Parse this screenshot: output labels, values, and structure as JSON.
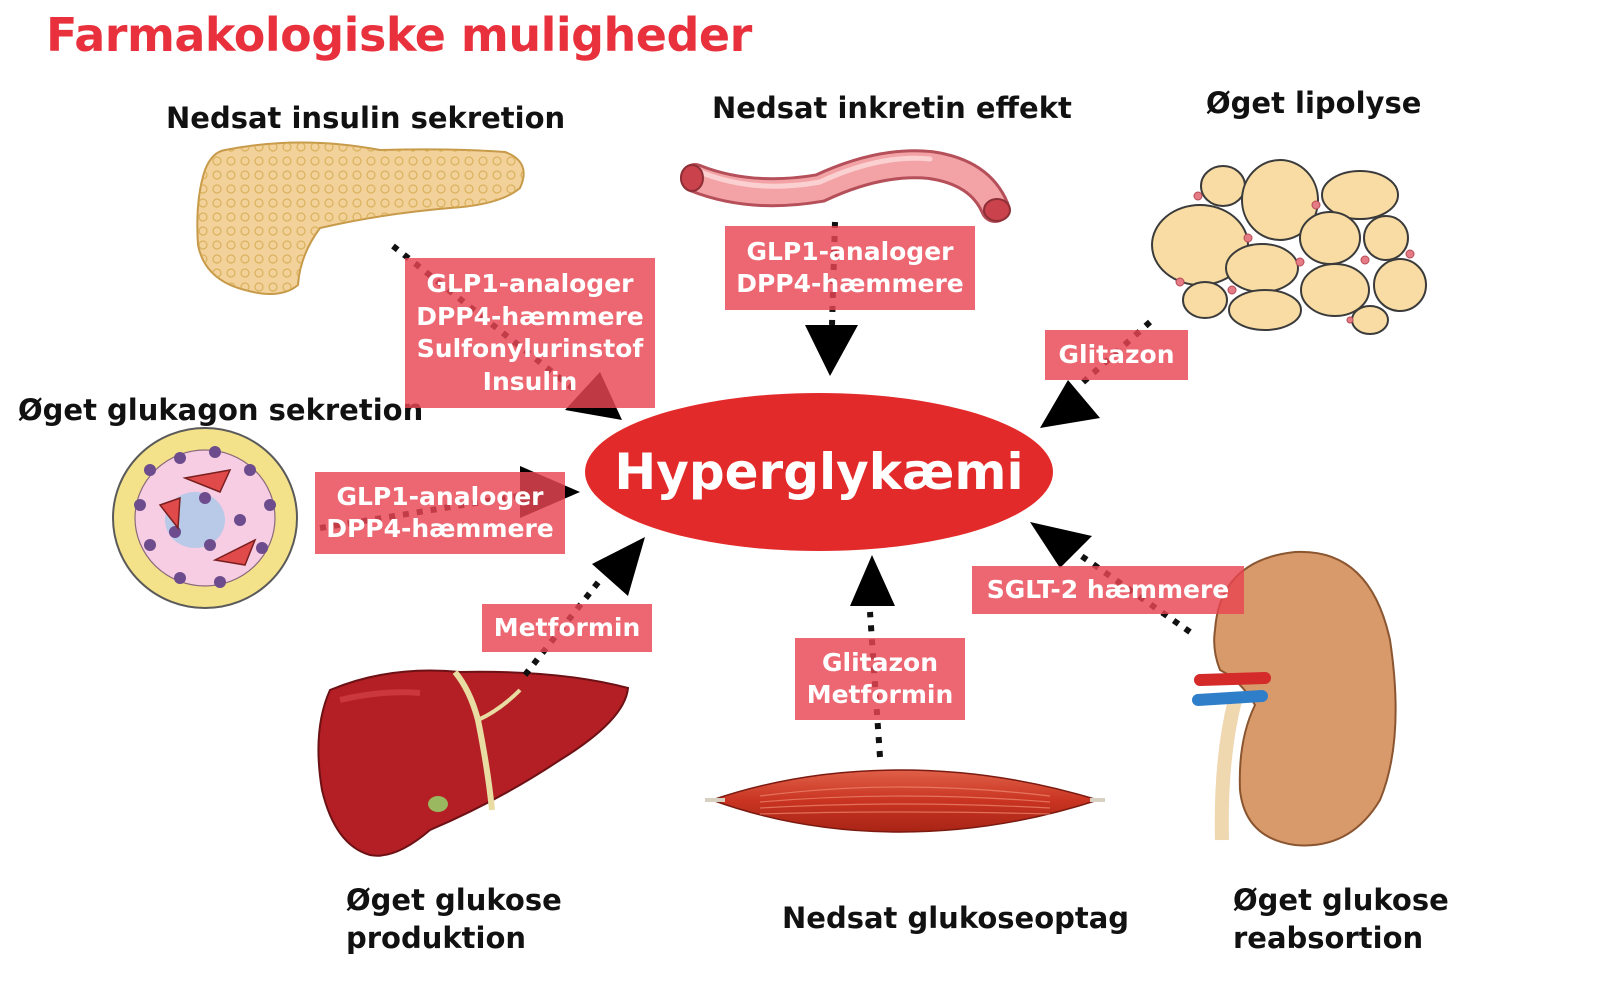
{
  "title": "Farmakologiske muligheder",
  "center": "Hyperglykæmi",
  "colors": {
    "title": "#e8313c",
    "ellipse": "#e32a2a",
    "drug_box": "#e84652"
  },
  "causes": {
    "pancreas": "Nedsat insulin sekretion",
    "intestine": "Nedsat inkretin effekt",
    "fat": "Øget lipolyse",
    "alpha_cells": "Øget glukagon sekretion",
    "liver_line1": "Øget glukose",
    "liver_line2": "produktion",
    "muscle": "Nedsat glukoseoptag",
    "kidney_line1": "Øget glukose",
    "kidney_line2": "reabsortion"
  },
  "drugs": {
    "pancreas": [
      "GLP1-analoger",
      "DPP4-hæmmere",
      "Sulfonylurinstof",
      "Insulin"
    ],
    "intestine": [
      "GLP1-analoger",
      "DPP4-hæmmere"
    ],
    "fat": [
      "Glitazon"
    ],
    "alpha_cells": [
      "GLP1-analoger",
      "DPP4-hæmmere"
    ],
    "liver": [
      "Metformin"
    ],
    "muscle": [
      "Glitazon",
      "Metformin"
    ],
    "kidney": [
      "SGLT-2 hæmmere"
    ]
  },
  "illustrations": {
    "pancreas": "pancreas-icon",
    "intestine": "intestine-icon",
    "fat": "fat-cells-icon",
    "alpha_cells": "islet-cells-icon",
    "liver": "liver-icon",
    "muscle": "muscle-icon",
    "kidney": "kidney-icon"
  }
}
